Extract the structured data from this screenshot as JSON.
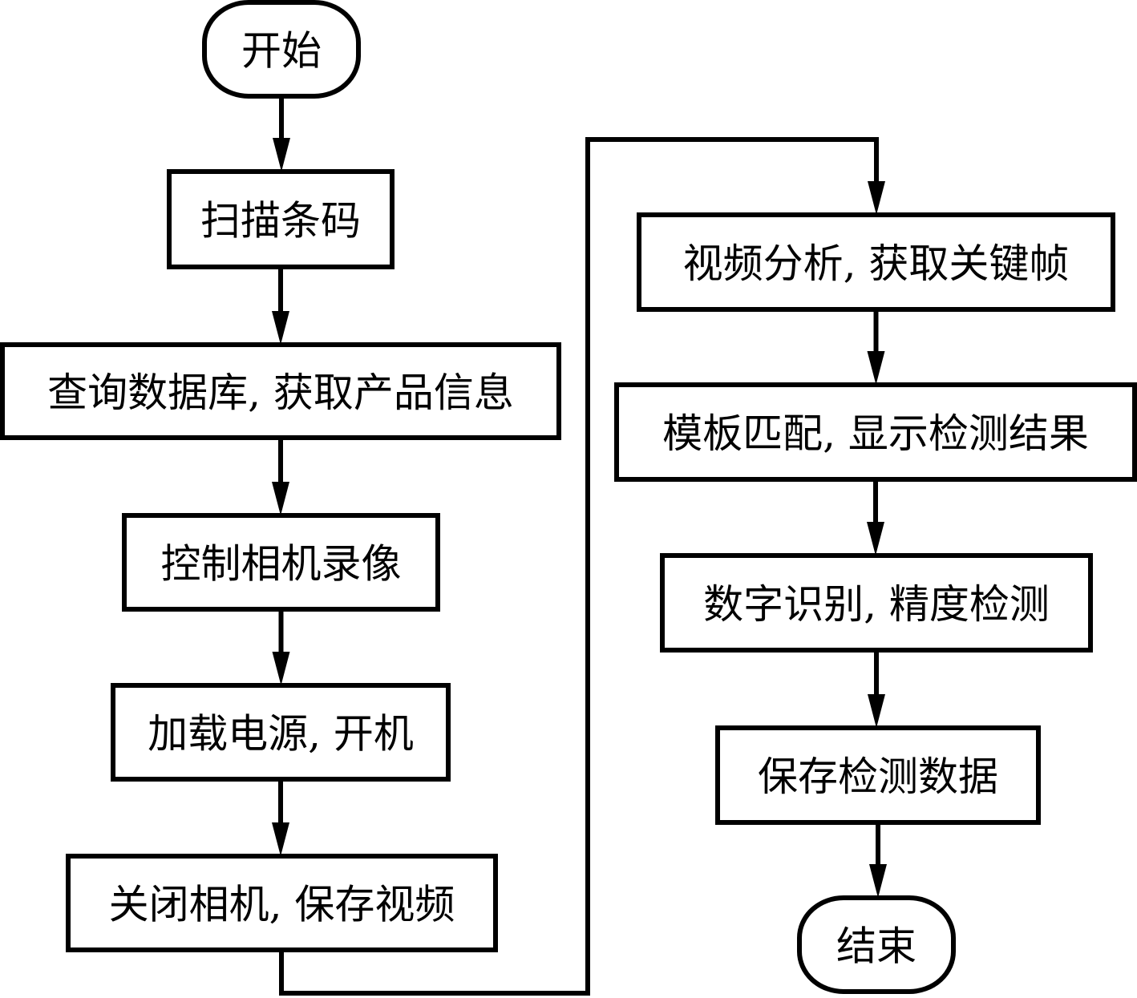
{
  "diagram": {
    "type": "flowchart",
    "nodes": [
      {
        "id": "start",
        "shape": "terminal",
        "label": "开始"
      },
      {
        "id": "scan",
        "shape": "process",
        "label": "扫描条码"
      },
      {
        "id": "query",
        "shape": "process",
        "label": "查询数据库, 获取产品信息"
      },
      {
        "id": "record",
        "shape": "process",
        "label": "控制相机录像"
      },
      {
        "id": "power",
        "shape": "process",
        "label": "加载电源, 开机"
      },
      {
        "id": "close",
        "shape": "process",
        "label": "关闭相机, 保存视频"
      },
      {
        "id": "analyze",
        "shape": "process",
        "label": "视频分析, 获取关键帧"
      },
      {
        "id": "match",
        "shape": "process",
        "label": "模板匹配, 显示检测结果"
      },
      {
        "id": "recognize",
        "shape": "process",
        "label": "数字识别, 精度检测"
      },
      {
        "id": "save",
        "shape": "process",
        "label": "保存检测数据"
      },
      {
        "id": "end",
        "shape": "terminal",
        "label": "结束"
      }
    ],
    "edges": [
      {
        "from": "start",
        "to": "scan"
      },
      {
        "from": "scan",
        "to": "query"
      },
      {
        "from": "query",
        "to": "record"
      },
      {
        "from": "record",
        "to": "power"
      },
      {
        "from": "power",
        "to": "close"
      },
      {
        "from": "close",
        "to": "analyze"
      },
      {
        "from": "analyze",
        "to": "match"
      },
      {
        "from": "match",
        "to": "recognize"
      },
      {
        "from": "recognize",
        "to": "save"
      },
      {
        "from": "save",
        "to": "end"
      }
    ]
  }
}
